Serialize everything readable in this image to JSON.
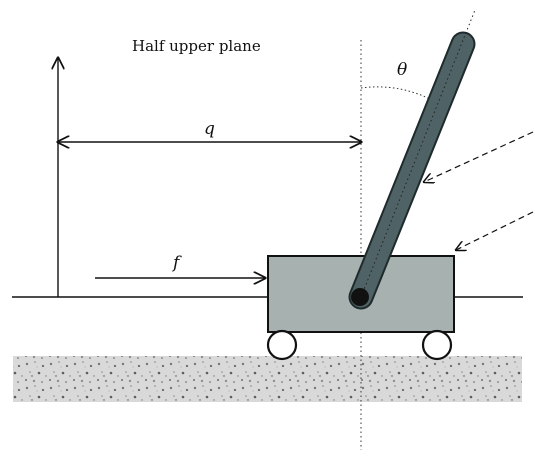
{
  "diagram": {
    "title": "Half upper plane",
    "labels": {
      "position": "q",
      "force": "f",
      "angle": "θ"
    },
    "colors": {
      "pole": "#4f6366",
      "pole_outline": "#1f2a2c",
      "cart": "#a7b1af",
      "ground_base": "#dcdcdc",
      "ink": "#111111"
    }
  }
}
